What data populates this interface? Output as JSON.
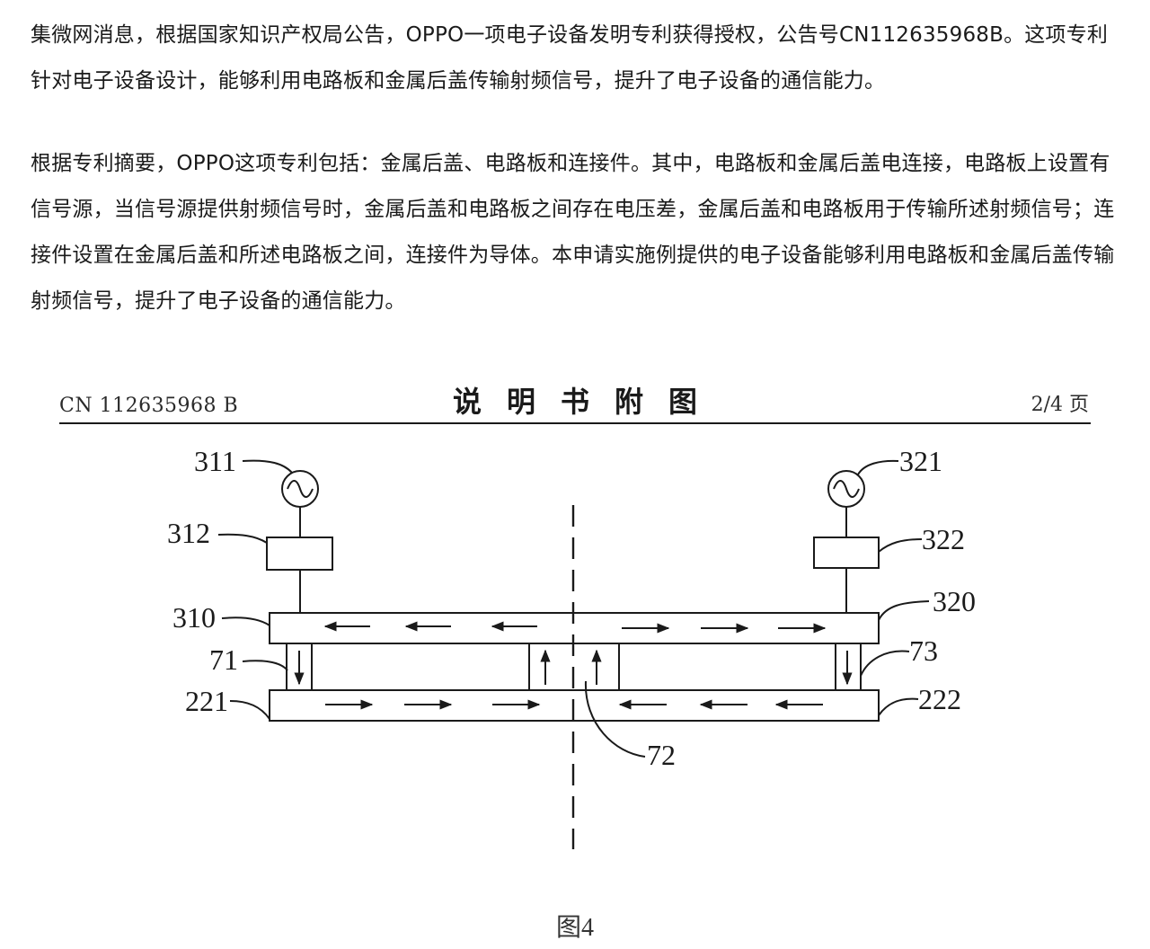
{
  "article": {
    "paragraph1": "集微网消息，根据国家知识产权局公告，OPPO一项电子设备发明专利获得授权，公告号CN112635968B。这项专利针对电子设备设计，能够利用电路板和金属后盖传输射频信号，提升了电子设备的通信能力。",
    "paragraph2": "根据专利摘要，OPPO这项专利包括：金属后盖、电路板和连接件。其中，电路板和金属后盖电连接，电路板上设置有信号源，当信号源提供射频信号时，金属后盖和电路板之间存在电压差，金属后盖和电路板用于传输所述射频信号；连接件设置在金属后盖和所述电路板之间，连接件为导体。本申请实施例提供的电子设备能够利用电路板和金属后盖传输射频信号，提升了电子设备的通信能力。"
  },
  "patent": {
    "number": "CN 112635968 B",
    "heading": "说明书附图",
    "page": "2/4 页",
    "caption": "图4"
  },
  "diagram": {
    "labels": {
      "l311": "311",
      "l312": "312",
      "l310": "310",
      "l71": "71",
      "l221": "221",
      "l321": "321",
      "l322": "322",
      "l320": "320",
      "l73": "73",
      "l222": "222",
      "l72": "72"
    }
  }
}
